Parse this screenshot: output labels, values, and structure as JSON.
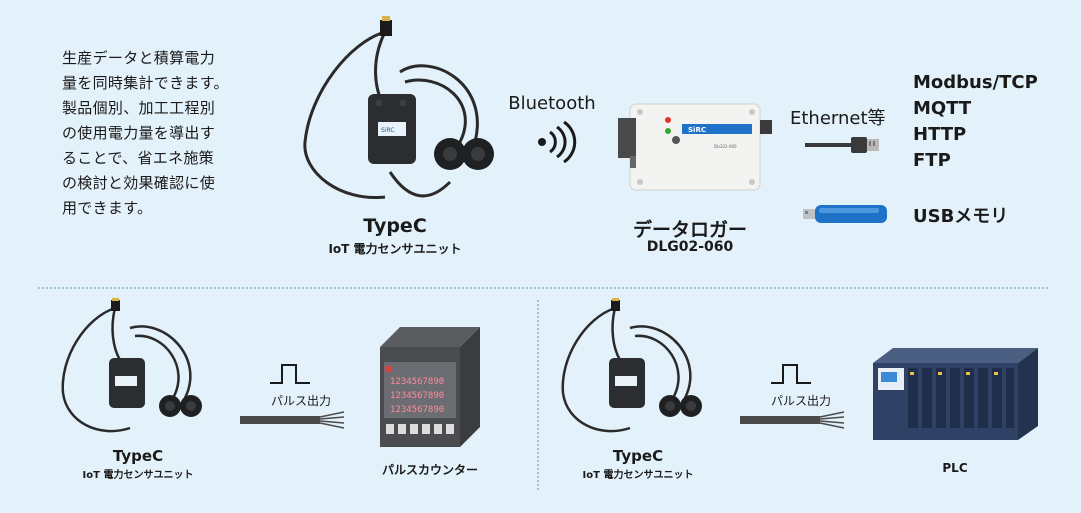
{
  "description_lines": [
    "生産データと積算電力",
    "量を同時集計できます。",
    "製品個別、加工工程別",
    "の使用電力量を導出す",
    "ることで、省エネ施策",
    "の検討と効果確認に使",
    "用できます。"
  ],
  "sensor_main": {
    "title": "TypeC",
    "subtitle": "IoT 電力センサユニット",
    "label": "SiRC"
  },
  "bluetooth_label": "Bluetooth",
  "logger": {
    "title": "データロガー",
    "model": "DLG02-060",
    "brand": "SiRC",
    "small": "DLG02-060"
  },
  "ethernet_label": "Ethernet等",
  "protocols": [
    "Modbus/TCP",
    "MQTT",
    "HTTP",
    "FTP"
  ],
  "usb_label": "USBメモリ",
  "bottom_left": {
    "sensor_title": "TypeC",
    "sensor_subtitle": "IoT 電力センサユニット",
    "pulse_label": "パルス出力",
    "device_label": "パルスカウンター",
    "counter_digits": [
      "1234567890",
      "1234567890",
      "1234567890"
    ]
  },
  "bottom_right": {
    "sensor_title": "TypeC",
    "sensor_subtitle": "IoT 電力センサユニット",
    "pulse_label": "パルス出力",
    "device_label": "PLC"
  },
  "colors": {
    "background": "#e3f1fa",
    "divider": "#9cc3dc",
    "sensor_body": "#2b2d30",
    "usb_blue": "#1e73c8"
  }
}
